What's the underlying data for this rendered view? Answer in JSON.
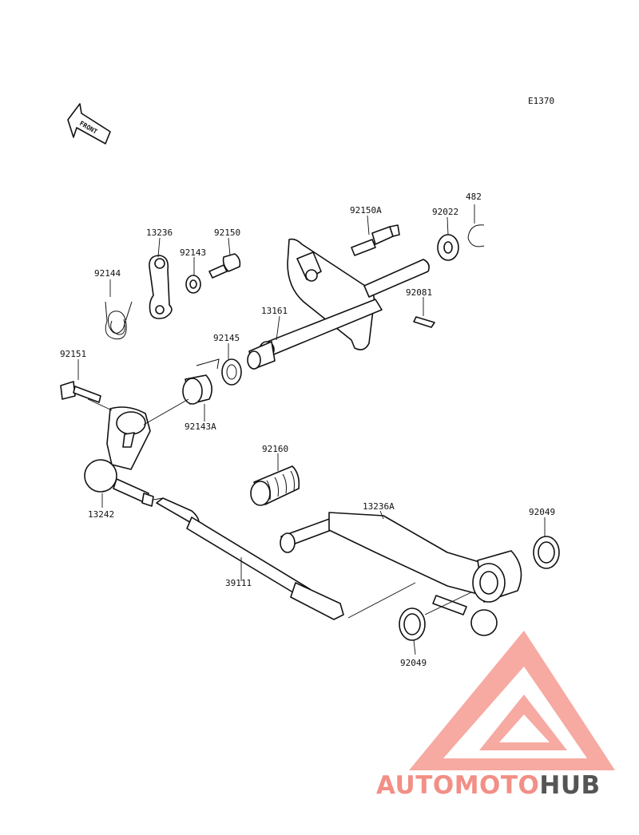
{
  "diagram": {
    "code": "E1370",
    "front_arrow_text": "FRONT",
    "part_labels": [
      {
        "id": "13236",
        "text": "13236"
      },
      {
        "id": "92150",
        "text": "92150"
      },
      {
        "id": "92143",
        "text": "92143"
      },
      {
        "id": "92144",
        "text": "92144"
      },
      {
        "id": "92151",
        "text": "92151"
      },
      {
        "id": "92145",
        "text": "92145"
      },
      {
        "id": "92143A",
        "text": "92143A"
      },
      {
        "id": "13161",
        "text": "13161"
      },
      {
        "id": "92150A",
        "text": "92150A"
      },
      {
        "id": "92022",
        "text": "92022"
      },
      {
        "id": "482",
        "text": "482"
      },
      {
        "id": "92081",
        "text": "92081"
      },
      {
        "id": "92160",
        "text": "92160"
      },
      {
        "id": "13242",
        "text": "13242"
      },
      {
        "id": "13236A",
        "text": "13236A"
      },
      {
        "id": "92049-top",
        "text": "92049"
      },
      {
        "id": "39111",
        "text": "39111"
      },
      {
        "id": "92049-bottom",
        "text": "92049"
      }
    ]
  },
  "watermark": {
    "part1": "AUTOMOTO",
    "part2": "HUB",
    "colors": {
      "primary": "#f28f86",
      "secondary": "#555555"
    }
  }
}
